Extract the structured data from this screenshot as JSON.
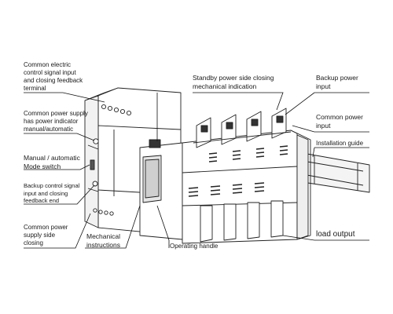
{
  "labels": {
    "common_terminal": [
      "Common electric",
      "control signal input",
      "and closing feedback",
      "terminal"
    ],
    "common_power_indicator": [
      "Common power supply",
      "has power indicator",
      "manual/automatic"
    ],
    "mode_switch": [
      "Manual / automatic",
      "Mode switch"
    ],
    "backup_signal": [
      "Backup control signal",
      "input and closing",
      "feedback end"
    ],
    "common_closing": [
      "Common power",
      "supply side",
      "closing"
    ],
    "mechanical_instructions": [
      "Mechanical",
      "instructions"
    ],
    "operating_handle": "Operating handle",
    "standby_indication": [
      "Standby power side closing",
      "mechanical indication"
    ],
    "backup_input": [
      "Backup power",
      "input"
    ],
    "common_input": [
      "Common power",
      "input"
    ],
    "installation_guide": "Installation guide",
    "load_output": "load output"
  }
}
